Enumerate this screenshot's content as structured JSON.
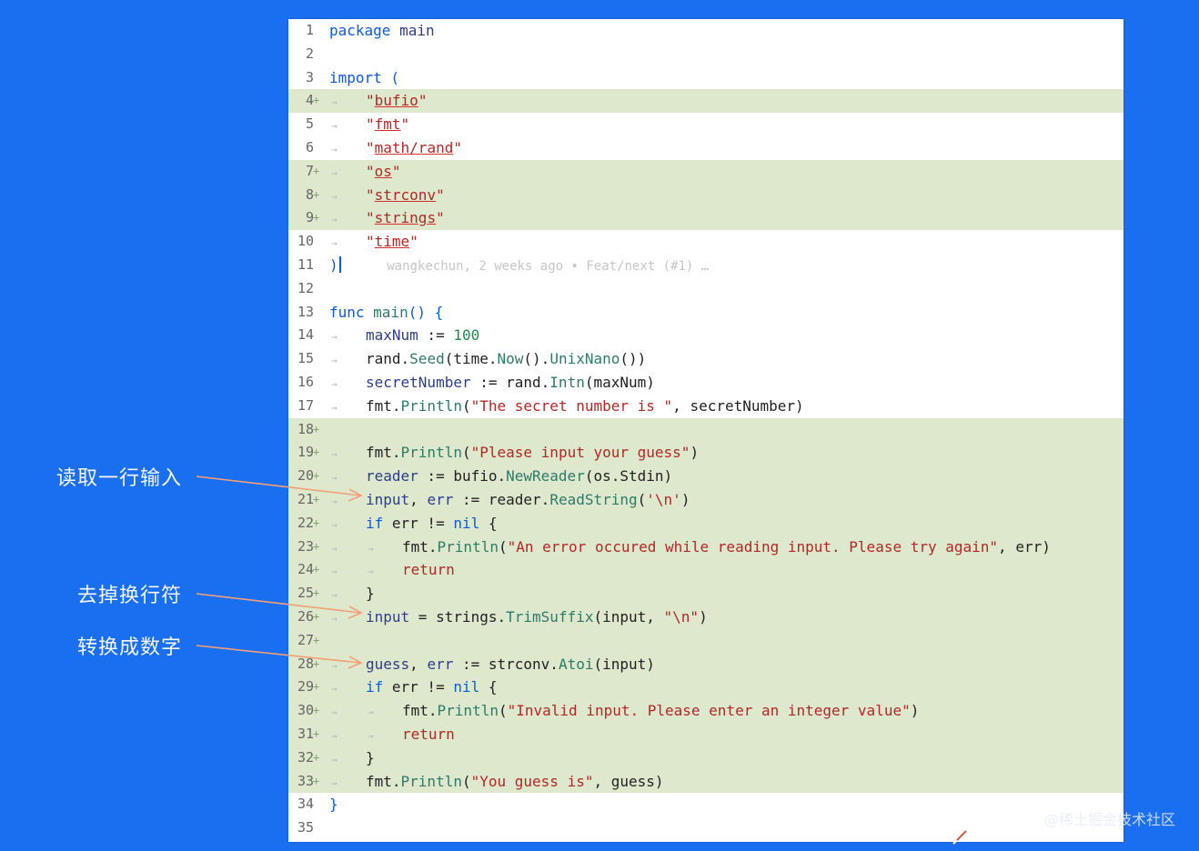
{
  "editor": {
    "lines": [
      {
        "n": "1",
        "added": false,
        "indent": 0,
        "tokens": [
          {
            "t": "package",
            "c": "kw"
          },
          {
            "t": " main",
            "c": "pkg"
          }
        ]
      },
      {
        "n": "2",
        "added": false,
        "indent": 0,
        "tokens": []
      },
      {
        "n": "3",
        "added": false,
        "indent": 0,
        "tokens": [
          {
            "t": "import",
            "c": "kw"
          },
          {
            "t": " (",
            "c": "kw"
          }
        ]
      },
      {
        "n": "4",
        "added": true,
        "indent": 1,
        "tokens": [
          {
            "t": "\"bufio\"",
            "c": "imp"
          }
        ]
      },
      {
        "n": "5",
        "added": false,
        "indent": 1,
        "tokens": [
          {
            "t": "\"fmt\"",
            "c": "imp"
          }
        ]
      },
      {
        "n": "6",
        "added": false,
        "indent": 1,
        "tokens": [
          {
            "t": "\"math/rand\"",
            "c": "imp"
          }
        ]
      },
      {
        "n": "7",
        "added": true,
        "indent": 1,
        "tokens": [
          {
            "t": "\"os\"",
            "c": "imp"
          }
        ]
      },
      {
        "n": "8",
        "added": true,
        "indent": 1,
        "tokens": [
          {
            "t": "\"strconv\"",
            "c": "imp"
          }
        ]
      },
      {
        "n": "9",
        "added": true,
        "indent": 1,
        "tokens": [
          {
            "t": "\"strings\"",
            "c": "imp"
          }
        ]
      },
      {
        "n": "10",
        "added": false,
        "indent": 1,
        "tokens": [
          {
            "t": "\"time\"",
            "c": "imp"
          }
        ]
      },
      {
        "n": "11",
        "added": false,
        "indent": 0,
        "tokens": [
          {
            "t": ")",
            "c": "kw"
          },
          {
            "t": "CURSOR",
            "c": "cursor"
          },
          {
            "t": "      wangkechun, 2 weeks ago • Feat/next (#1) …",
            "c": "blame"
          }
        ]
      },
      {
        "n": "12",
        "added": false,
        "indent": 0,
        "tokens": []
      },
      {
        "n": "13",
        "added": false,
        "indent": 0,
        "tokens": [
          {
            "t": "func",
            "c": "kw"
          },
          {
            "t": " main",
            "c": "fn"
          },
          {
            "t": "() {",
            "c": "kw"
          }
        ]
      },
      {
        "n": "14",
        "added": false,
        "indent": 1,
        "tokens": [
          {
            "t": "maxNum",
            "c": "pkg"
          },
          {
            "t": " := ",
            "c": ""
          },
          {
            "t": "100",
            "c": "num"
          }
        ]
      },
      {
        "n": "15",
        "added": false,
        "indent": 1,
        "tokens": [
          {
            "t": "rand",
            "c": ""
          },
          {
            "t": ".",
            "c": ""
          },
          {
            "t": "Seed",
            "c": "fn"
          },
          {
            "t": "(time.",
            "c": ""
          },
          {
            "t": "Now",
            "c": "fn"
          },
          {
            "t": "().",
            "c": ""
          },
          {
            "t": "UnixNano",
            "c": "fn"
          },
          {
            "t": "())",
            "c": ""
          }
        ]
      },
      {
        "n": "16",
        "added": false,
        "indent": 1,
        "tokens": [
          {
            "t": "secretNumber",
            "c": "pkg"
          },
          {
            "t": " := rand.",
            "c": ""
          },
          {
            "t": "Intn",
            "c": "fn"
          },
          {
            "t": "(maxNum)",
            "c": ""
          }
        ]
      },
      {
        "n": "17",
        "added": false,
        "indent": 1,
        "tokens": [
          {
            "t": "fmt.",
            "c": ""
          },
          {
            "t": "Println",
            "c": "fn"
          },
          {
            "t": "(",
            "c": ""
          },
          {
            "t": "\"The secret number is \"",
            "c": "str"
          },
          {
            "t": ", secretNumber)",
            "c": ""
          }
        ]
      },
      {
        "n": "18",
        "added": true,
        "indent": 0,
        "tokens": []
      },
      {
        "n": "19",
        "added": true,
        "indent": 1,
        "tokens": [
          {
            "t": "fmt.",
            "c": ""
          },
          {
            "t": "Println",
            "c": "fn"
          },
          {
            "t": "(",
            "c": ""
          },
          {
            "t": "\"Please input your guess\"",
            "c": "str"
          },
          {
            "t": ")",
            "c": ""
          }
        ]
      },
      {
        "n": "20",
        "added": true,
        "indent": 1,
        "tokens": [
          {
            "t": "reader",
            "c": "pkg"
          },
          {
            "t": " := bufio.",
            "c": ""
          },
          {
            "t": "NewReader",
            "c": "fn"
          },
          {
            "t": "(os.Stdin)",
            "c": ""
          }
        ]
      },
      {
        "n": "21",
        "added": true,
        "indent": 1,
        "tokens": [
          {
            "t": "input",
            "c": "pkg"
          },
          {
            "t": ", ",
            "c": ""
          },
          {
            "t": "err",
            "c": "pkg"
          },
          {
            "t": " := reader.",
            "c": ""
          },
          {
            "t": "ReadString",
            "c": "fn"
          },
          {
            "t": "(",
            "c": ""
          },
          {
            "t": "'\\n'",
            "c": "str"
          },
          {
            "t": ")",
            "c": ""
          }
        ]
      },
      {
        "n": "22",
        "added": true,
        "indent": 1,
        "tokens": [
          {
            "t": "if",
            "c": "kw"
          },
          {
            "t": " err != ",
            "c": ""
          },
          {
            "t": "nil",
            "c": "kw"
          },
          {
            "t": " {",
            "c": ""
          }
        ]
      },
      {
        "n": "23",
        "added": true,
        "indent": 2,
        "tokens": [
          {
            "t": "fmt.",
            "c": ""
          },
          {
            "t": "Println",
            "c": "fn"
          },
          {
            "t": "(",
            "c": ""
          },
          {
            "t": "\"An error occured while reading input. Please try again\"",
            "c": "str"
          },
          {
            "t": ", err)",
            "c": ""
          }
        ]
      },
      {
        "n": "24",
        "added": true,
        "indent": 2,
        "tokens": [
          {
            "t": "return",
            "c": "str"
          }
        ]
      },
      {
        "n": "25",
        "added": true,
        "indent": 1,
        "tokens": [
          {
            "t": "}",
            "c": ""
          }
        ]
      },
      {
        "n": "26",
        "added": true,
        "indent": 1,
        "tokens": [
          {
            "t": "input",
            "c": "pkg"
          },
          {
            "t": " = strings.",
            "c": ""
          },
          {
            "t": "TrimSuffix",
            "c": "fn"
          },
          {
            "t": "(input, ",
            "c": ""
          },
          {
            "t": "\"\\n\"",
            "c": "str"
          },
          {
            "t": ")",
            "c": ""
          }
        ]
      },
      {
        "n": "27",
        "added": true,
        "indent": 0,
        "tokens": []
      },
      {
        "n": "28",
        "added": true,
        "indent": 1,
        "tokens": [
          {
            "t": "guess",
            "c": "pkg"
          },
          {
            "t": ", ",
            "c": ""
          },
          {
            "t": "err",
            "c": "pkg"
          },
          {
            "t": " := strconv.",
            "c": ""
          },
          {
            "t": "Atoi",
            "c": "fn"
          },
          {
            "t": "(input)",
            "c": ""
          }
        ]
      },
      {
        "n": "29",
        "added": true,
        "indent": 1,
        "tokens": [
          {
            "t": "if",
            "c": "kw"
          },
          {
            "t": " err != ",
            "c": ""
          },
          {
            "t": "nil",
            "c": "kw"
          },
          {
            "t": " {",
            "c": ""
          }
        ]
      },
      {
        "n": "30",
        "added": true,
        "indent": 2,
        "tokens": [
          {
            "t": "fmt.",
            "c": ""
          },
          {
            "t": "Println",
            "c": "fn"
          },
          {
            "t": "(",
            "c": ""
          },
          {
            "t": "\"Invalid input. Please enter an integer value\"",
            "c": "str"
          },
          {
            "t": ")",
            "c": ""
          }
        ]
      },
      {
        "n": "31",
        "added": true,
        "indent": 2,
        "tokens": [
          {
            "t": "return",
            "c": "str"
          }
        ]
      },
      {
        "n": "32",
        "added": true,
        "indent": 1,
        "tokens": [
          {
            "t": "}",
            "c": ""
          }
        ]
      },
      {
        "n": "33",
        "added": true,
        "indent": 1,
        "tokens": [
          {
            "t": "fmt.",
            "c": ""
          },
          {
            "t": "Println",
            "c": "fn"
          },
          {
            "t": "(",
            "c": ""
          },
          {
            "t": "\"You guess is\"",
            "c": "str"
          },
          {
            "t": ", guess)",
            "c": ""
          }
        ]
      },
      {
        "n": "34",
        "added": false,
        "indent": 0,
        "tokens": [
          {
            "t": "}",
            "c": "kw"
          }
        ]
      },
      {
        "n": "35",
        "added": false,
        "indent": 0,
        "tokens": []
      }
    ]
  },
  "annotations": [
    {
      "text": "读取一行输入",
      "line": "21"
    },
    {
      "text": "去掉换行符",
      "line": "26"
    },
    {
      "text": "转换成数字",
      "line": "28"
    }
  ],
  "watermark": "@稀土掘金技术社区",
  "colors": {
    "background": "#1a6ef0",
    "added_line": "#dde8cc",
    "keyword": "#0c5bd6",
    "string": "#b02828",
    "function": "#2f7a68",
    "number": "#1f8a4c",
    "arrow": "#f2a07a"
  }
}
